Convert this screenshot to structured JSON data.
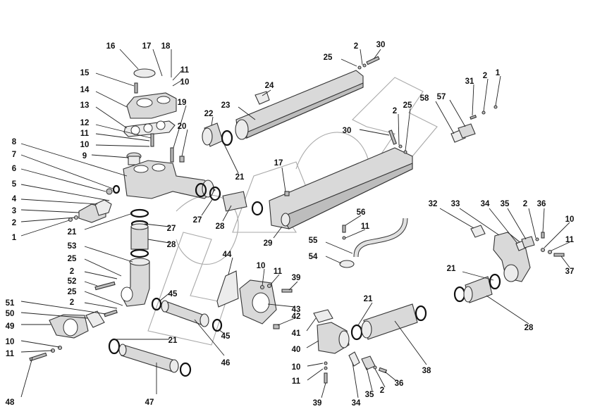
{
  "diagram": {
    "type": "exploded-parts-diagram",
    "subject": "cooling system water manifold assembly",
    "watermark_text": "ГАЗОН",
    "colors": {
      "line": "#222222",
      "part_fill": "#d9d9d9",
      "watermark": "#a9a9a9",
      "background": "#ffffff"
    }
  },
  "callouts": [
    {
      "id": "c16",
      "label": "16"
    },
    {
      "id": "c17a",
      "label": "17"
    },
    {
      "id": "c18",
      "label": "18"
    },
    {
      "id": "c11a",
      "label": "11"
    },
    {
      "id": "c10a",
      "label": "10"
    },
    {
      "id": "c15",
      "label": "15"
    },
    {
      "id": "c14",
      "label": "14"
    },
    {
      "id": "c13",
      "label": "13"
    },
    {
      "id": "c19",
      "label": "19"
    },
    {
      "id": "c12",
      "label": "12"
    },
    {
      "id": "c11b",
      "label": "11"
    },
    {
      "id": "c20",
      "label": "20"
    },
    {
      "id": "c10b",
      "label": "10"
    },
    {
      "id": "c9",
      "label": "9"
    },
    {
      "id": "c8",
      "label": "8"
    },
    {
      "id": "c7",
      "label": "7"
    },
    {
      "id": "c6",
      "label": "6"
    },
    {
      "id": "c5",
      "label": "5"
    },
    {
      "id": "c4",
      "label": "4"
    },
    {
      "id": "c3",
      "label": "3"
    },
    {
      "id": "c2a",
      "label": "2"
    },
    {
      "id": "c1a",
      "label": "1"
    },
    {
      "id": "c21a",
      "label": "21"
    },
    {
      "id": "c27a",
      "label": "27"
    },
    {
      "id": "c28a",
      "label": "28"
    },
    {
      "id": "c53",
      "label": "53"
    },
    {
      "id": "c25a",
      "label": "25"
    },
    {
      "id": "c2b",
      "label": "2"
    },
    {
      "id": "c52",
      "label": "52"
    },
    {
      "id": "c25b",
      "label": "25"
    },
    {
      "id": "c2c",
      "label": "2"
    },
    {
      "id": "c51",
      "label": "51"
    },
    {
      "id": "c50",
      "label": "50"
    },
    {
      "id": "c49",
      "label": "49"
    },
    {
      "id": "c10c",
      "label": "10"
    },
    {
      "id": "c11c",
      "label": "11"
    },
    {
      "id": "c48",
      "label": "48"
    },
    {
      "id": "c47",
      "label": "47"
    },
    {
      "id": "c21b",
      "label": "21"
    },
    {
      "id": "c45a",
      "label": "45"
    },
    {
      "id": "c45b",
      "label": "45"
    },
    {
      "id": "c46",
      "label": "46"
    },
    {
      "id": "c22",
      "label": "22"
    },
    {
      "id": "c23",
      "label": "23"
    },
    {
      "id": "c24",
      "label": "24"
    },
    {
      "id": "c21c",
      "label": "21"
    },
    {
      "id": "c27b",
      "label": "27"
    },
    {
      "id": "c28b",
      "label": "28"
    },
    {
      "id": "c25c",
      "label": "25"
    },
    {
      "id": "c2d",
      "label": "2"
    },
    {
      "id": "c30a",
      "label": "30"
    },
    {
      "id": "c2e",
      "label": "2"
    },
    {
      "id": "c25d",
      "label": "25"
    },
    {
      "id": "c30b",
      "label": "30"
    },
    {
      "id": "c17b",
      "label": "17"
    },
    {
      "id": "c29",
      "label": "29"
    },
    {
      "id": "c44",
      "label": "44"
    },
    {
      "id": "c10d",
      "label": "10"
    },
    {
      "id": "c11d",
      "label": "11"
    },
    {
      "id": "c39a",
      "label": "39"
    },
    {
      "id": "c43",
      "label": "43"
    },
    {
      "id": "c42",
      "label": "42"
    },
    {
      "id": "c56",
      "label": "56"
    },
    {
      "id": "c11e",
      "label": "11"
    },
    {
      "id": "c55",
      "label": "55"
    },
    {
      "id": "c54",
      "label": "54"
    },
    {
      "id": "c41",
      "label": "41"
    },
    {
      "id": "c40",
      "label": "40"
    },
    {
      "id": "c10e",
      "label": "10"
    },
    {
      "id": "c11f",
      "label": "11"
    },
    {
      "id": "c39b",
      "label": "39"
    },
    {
      "id": "c34a",
      "label": "34"
    },
    {
      "id": "c35a",
      "label": "35"
    },
    {
      "id": "c2f",
      "label": "2"
    },
    {
      "id": "c36a",
      "label": "36"
    },
    {
      "id": "c21d",
      "label": "21"
    },
    {
      "id": "c38",
      "label": "38"
    },
    {
      "id": "c31",
      "label": "31"
    },
    {
      "id": "c2g",
      "label": "2"
    },
    {
      "id": "c1b",
      "label": "1"
    },
    {
      "id": "c58",
      "label": "58"
    },
    {
      "id": "c57",
      "label": "57"
    },
    {
      "id": "c32",
      "label": "32"
    },
    {
      "id": "c33",
      "label": "33"
    },
    {
      "id": "c34b",
      "label": "34"
    },
    {
      "id": "c35b",
      "label": "35"
    },
    {
      "id": "c2h",
      "label": "2"
    },
    {
      "id": "c36b",
      "label": "36"
    },
    {
      "id": "c10f",
      "label": "10"
    },
    {
      "id": "c11g",
      "label": "11"
    },
    {
      "id": "c37",
      "label": "37"
    },
    {
      "id": "c21e",
      "label": "21"
    },
    {
      "id": "c28c",
      "label": "28"
    }
  ]
}
